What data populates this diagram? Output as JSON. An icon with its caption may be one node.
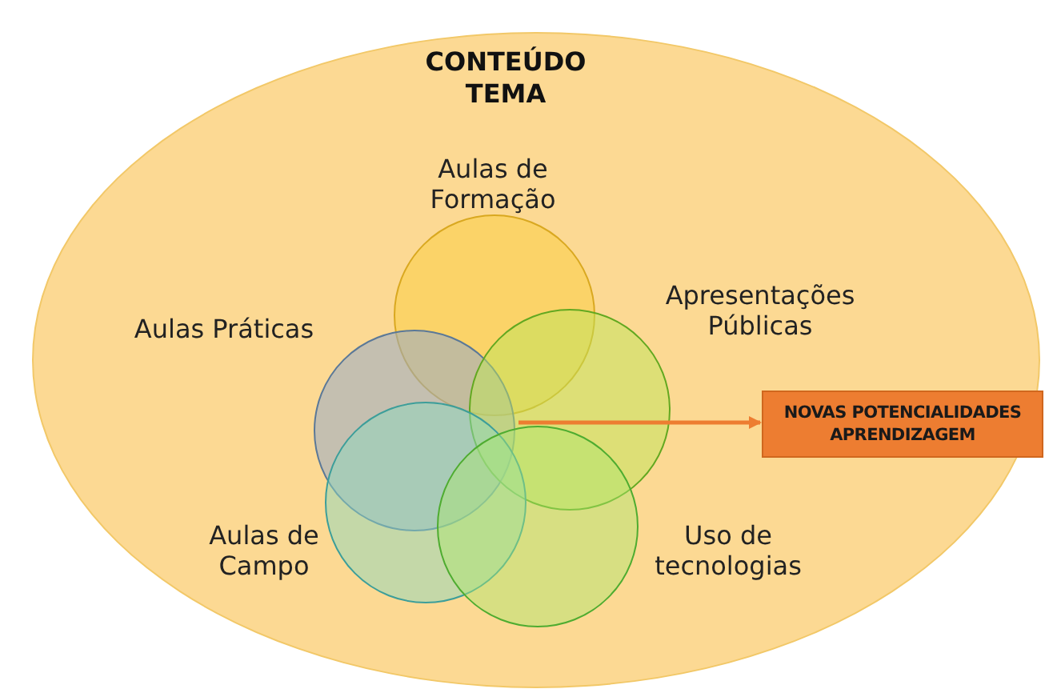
{
  "diagram": {
    "nodes": [
      {
        "text": [
          "CONTEÚDO TEMA"
        ]
      },
      {
        "text": [],
        "shape": "circle",
        "in": 0,
        "beside": [
          "Aulas de Formação"
        ]
      },
      {
        "text": [],
        "shape": "circle",
        "in": 0,
        "beside": [
          "Aulas Práticas"
        ]
      },
      {
        "text": [],
        "shape": "circle",
        "in": 0,
        "beside": [
          "Apresentações Públicas"
        ]
      },
      {
        "text": [],
        "shape": "circle",
        "in": 0,
        "beside": [
          "Aulas de Campo"
        ]
      },
      {
        "text": [],
        "shape": "circle",
        "in": 0,
        "beside": [
          "Uso de tecnologias"
        ]
      },
      {
        "text": [
          "NOVAS POTENCIALIDADES APRENDIZAGEM"
        ],
        "in": 0
      }
    ],
    "edges": [
      {
        "from": 3,
        "to": 6,
        "arrow": "to"
      }
    ]
  }
}
